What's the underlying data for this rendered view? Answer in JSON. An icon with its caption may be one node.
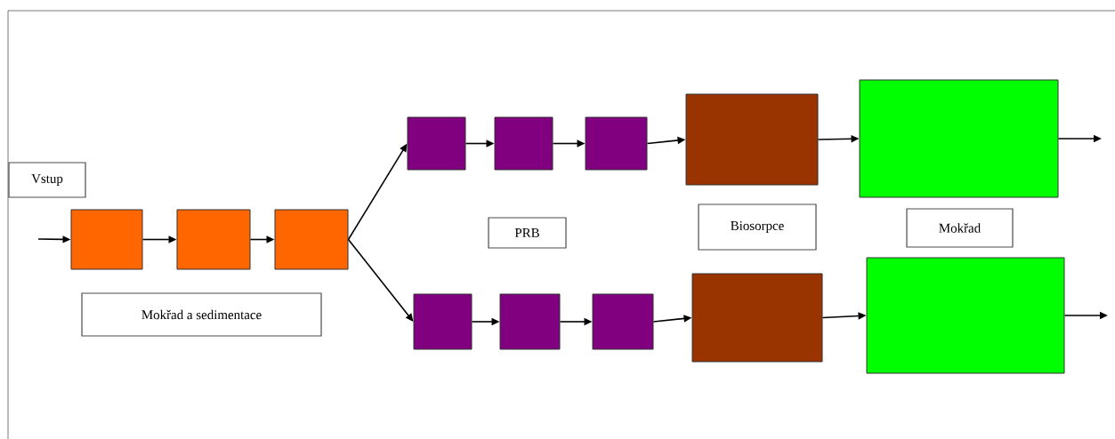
{
  "diagram": {
    "nodes": [
      {
        "text": [
          "Vstup"
        ]
      },
      {
        "text": [],
        "shape": "box"
      },
      {
        "text": [],
        "shape": "box"
      },
      {
        "text": [],
        "shape": "box"
      },
      {
        "text": [
          "Mokřad a sedimentace"
        ]
      },
      {
        "text": [],
        "shape": "box"
      },
      {
        "text": [],
        "shape": "box"
      },
      {
        "text": [],
        "shape": "box"
      },
      {
        "text": [],
        "shape": "box"
      },
      {
        "text": [],
        "shape": "box"
      },
      {
        "text": [
          "PRB"
        ]
      },
      {
        "text": [
          "Biosorpce"
        ]
      },
      {
        "text": [
          "Mokřad"
        ]
      },
      {
        "text": [],
        "shape": "box"
      },
      {
        "text": [],
        "shape": "box"
      },
      {
        "text": [],
        "shape": "box"
      },
      {
        "text": [],
        "shape": "box"
      },
      {
        "text": [],
        "shape": "box"
      }
    ],
    "edges": [
      {
        "from": null,
        "to": 1,
        "arrow": "to"
      },
      {
        "from": 1,
        "to": 2,
        "arrow": "to"
      },
      {
        "from": 2,
        "to": 3,
        "arrow": "to"
      },
      {
        "from": 3,
        "to": 5,
        "arrow": "to"
      },
      {
        "from": 3,
        "to": 13,
        "arrow": "to"
      },
      {
        "from": 5,
        "to": 6,
        "arrow": "to"
      },
      {
        "from": 6,
        "to": 7,
        "arrow": "to"
      },
      {
        "from": 7,
        "to": 8,
        "arrow": "to"
      },
      {
        "from": 8,
        "to": 9,
        "arrow": "to"
      },
      {
        "from": 9,
        "to": null,
        "arrow": "to"
      },
      {
        "from": 13,
        "to": 14,
        "arrow": "to"
      },
      {
        "from": 14,
        "to": 15,
        "arrow": "to"
      },
      {
        "from": 15,
        "to": 16,
        "arrow": "to"
      },
      {
        "from": 16,
        "to": 17,
        "arrow": "to"
      },
      {
        "from": 17,
        "to": null,
        "arrow": "to"
      }
    ]
  }
}
